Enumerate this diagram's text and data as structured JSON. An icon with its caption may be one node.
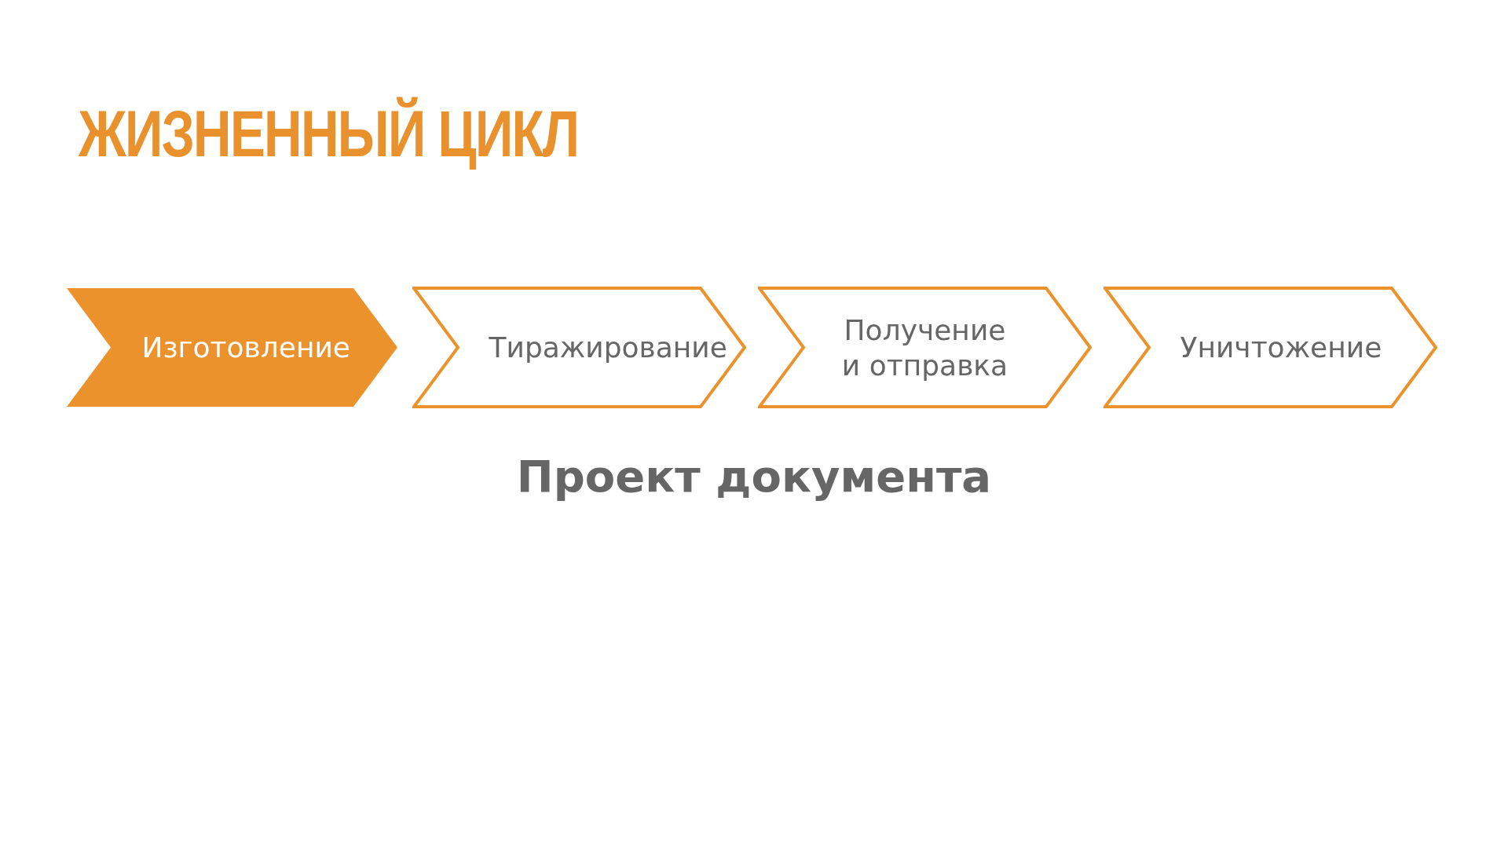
{
  "diagram": {
    "title": "ЖИЗНЕННЫЙ ЦИКЛ",
    "nodes": [
      {
        "text": [
          "Изготовление"
        ]
      },
      {
        "text": [
          "Тиражирование"
        ]
      },
      {
        "text": [
          "Получение и отправка"
        ]
      },
      {
        "text": [
          "Уничтожение"
        ]
      }
    ],
    "labels": [
      "Проект документа"
    ]
  }
}
